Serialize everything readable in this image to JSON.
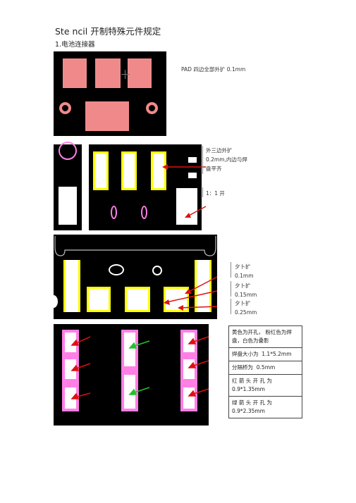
{
  "document": {
    "title": "Ste ncil 开制特殊元件规定",
    "section": "1.电池连接器"
  },
  "notes": {
    "pad_expand": "PAD 四边全部外扩 0.1mm",
    "three_side_line1": "外三边外扩",
    "three_side_line2": "0.2mm,内边与焊",
    "three_side_line3": "盘平齐",
    "ratio": "1：1 开",
    "out_01_a": "夕卜扩",
    "out_01_b": "0.1mm",
    "out_015_a": "夕卜扩",
    "out_015_b": "0.15mm",
    "out_025_a": "夕卜扩",
    "out_025_b": "0.25mm"
  },
  "legend": {
    "color_meaning": "黄色为开孔，  粉红色为焊盘，白色为叠影",
    "pad_size_label": "焊盘大小为",
    "pad_size_value": "1.1*5.2mm",
    "bridge_label": "分隔桥为",
    "bridge_value": "0.5mm",
    "red_arrow_label": "红  箭  头  开  孔  为",
    "red_arrow_value": "0.9*1.35mm",
    "green_arrow_label": "绿  箭  头  开  孔  为",
    "green_arrow_value": "0.9*2.35mm"
  },
  "colors": {
    "pad_pink": "#f08a8a",
    "aperture_yellow": "#ffff00",
    "pad_magenta": "#ff7fe6",
    "arrow_red": "#e01010",
    "arrow_green": "#22c22a"
  }
}
